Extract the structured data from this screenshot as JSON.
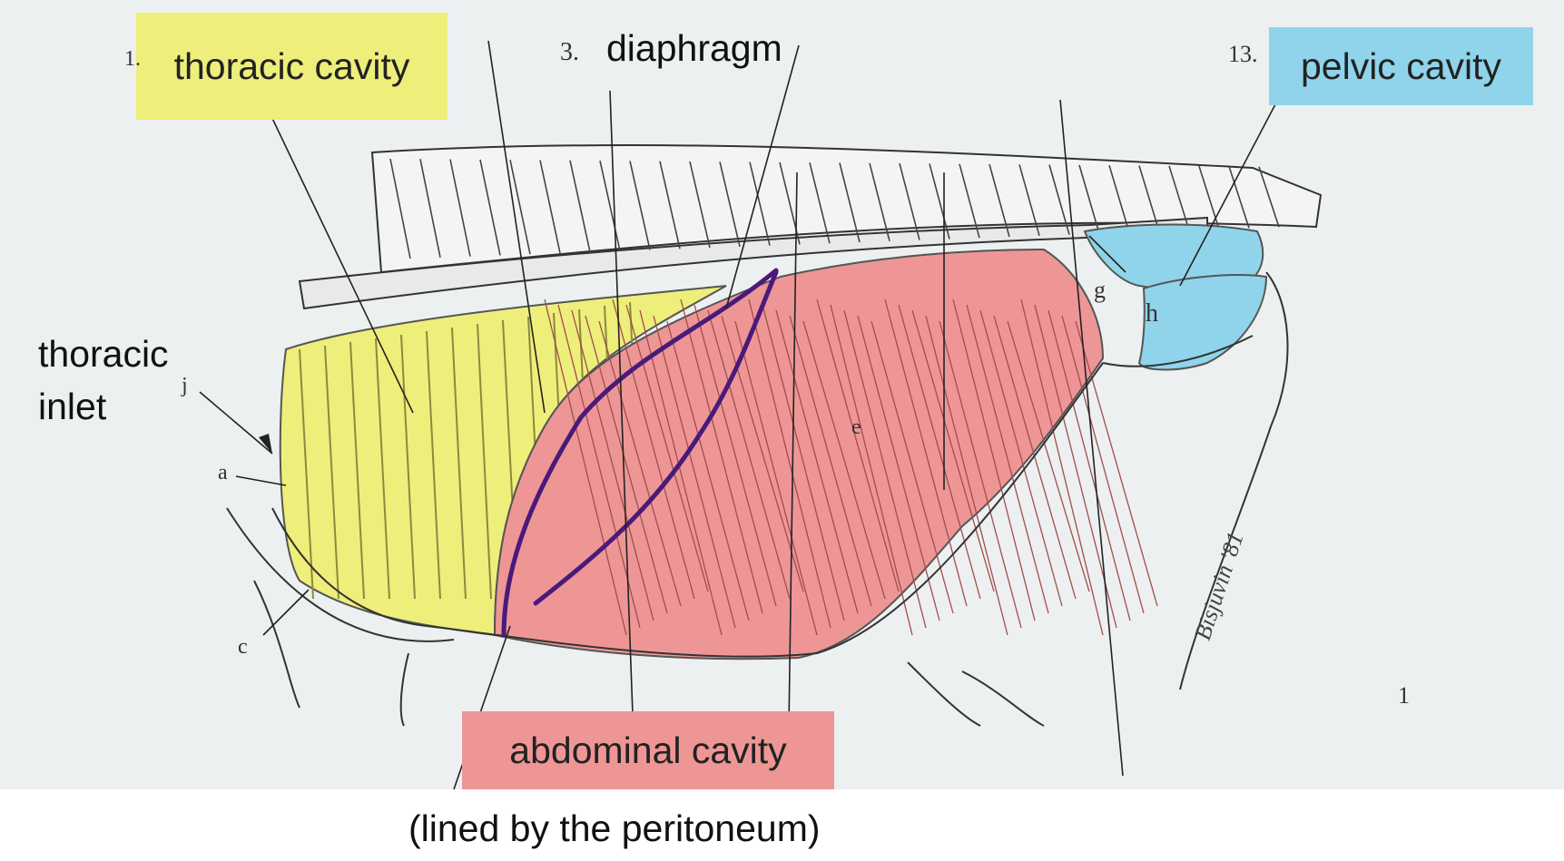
{
  "labels": {
    "thoracic_cavity": "thoracic cavity",
    "diaphragm": "diaphragm",
    "pelvic_cavity": "pelvic cavity",
    "thoracic_inlet_line1": "thoracic",
    "thoracic_inlet_line2": "inlet",
    "abdominal_cavity": "abdominal cavity",
    "caption": "(lined by the peritoneum)"
  },
  "numbers": {
    "n1": "1.",
    "n3": "3.",
    "n13": "13.",
    "page": "1"
  },
  "letters": {
    "a": "a",
    "c": "c",
    "e": "e",
    "g": "g",
    "h": "h",
    "j": "j"
  },
  "signature": "Bisjuvin '81",
  "colors": {
    "thoracic": "#eeee7a",
    "abdominal": "#ee9696",
    "pelvic": "#8fd4ea",
    "diaphragm_line": "#4a1a7a",
    "paper": "#edf0f0"
  }
}
